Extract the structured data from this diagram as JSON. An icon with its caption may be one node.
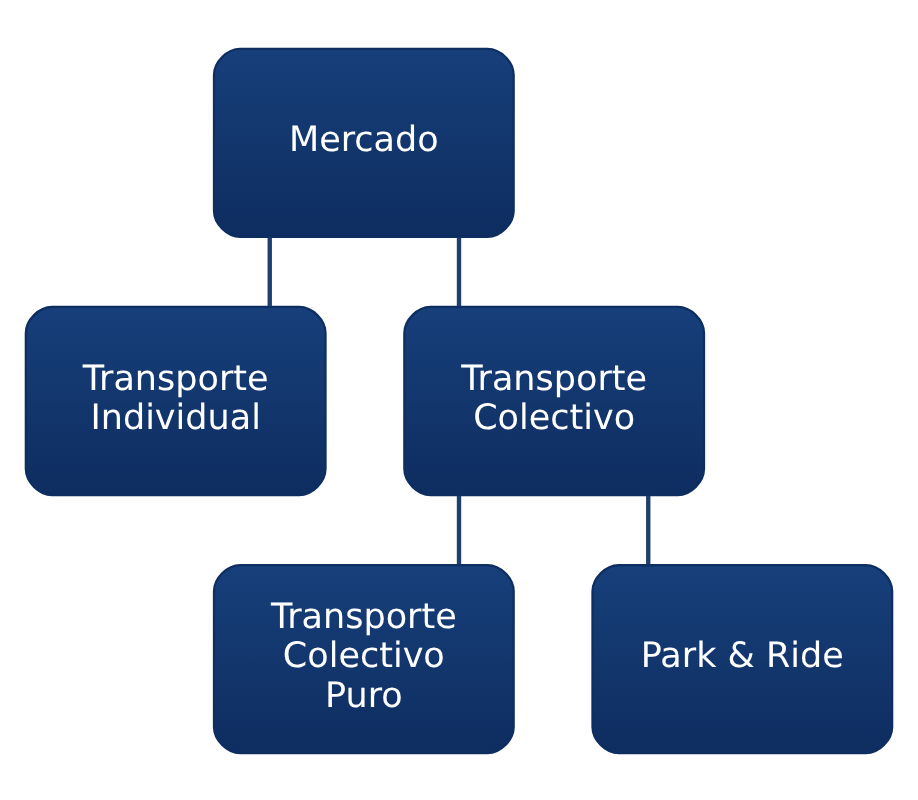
{
  "diagram": {
    "nodes": [
      {
        "text": [
          "Mercado"
        ]
      },
      {
        "text": [
          "Transporte Individual"
        ]
      },
      {
        "text": [
          "Transporte Colectivo"
        ]
      },
      {
        "text": [
          "Transporte Colectivo Puro"
        ]
      },
      {
        "text": [
          "Park & Ride"
        ]
      }
    ],
    "edges": [
      {
        "from": 0,
        "to": 1,
        "arrow": "none"
      },
      {
        "from": 0,
        "to": 2,
        "arrow": "none"
      },
      {
        "from": 2,
        "to": 3,
        "arrow": "none"
      },
      {
        "from": 2,
        "to": 4,
        "arrow": "none"
      }
    ]
  }
}
